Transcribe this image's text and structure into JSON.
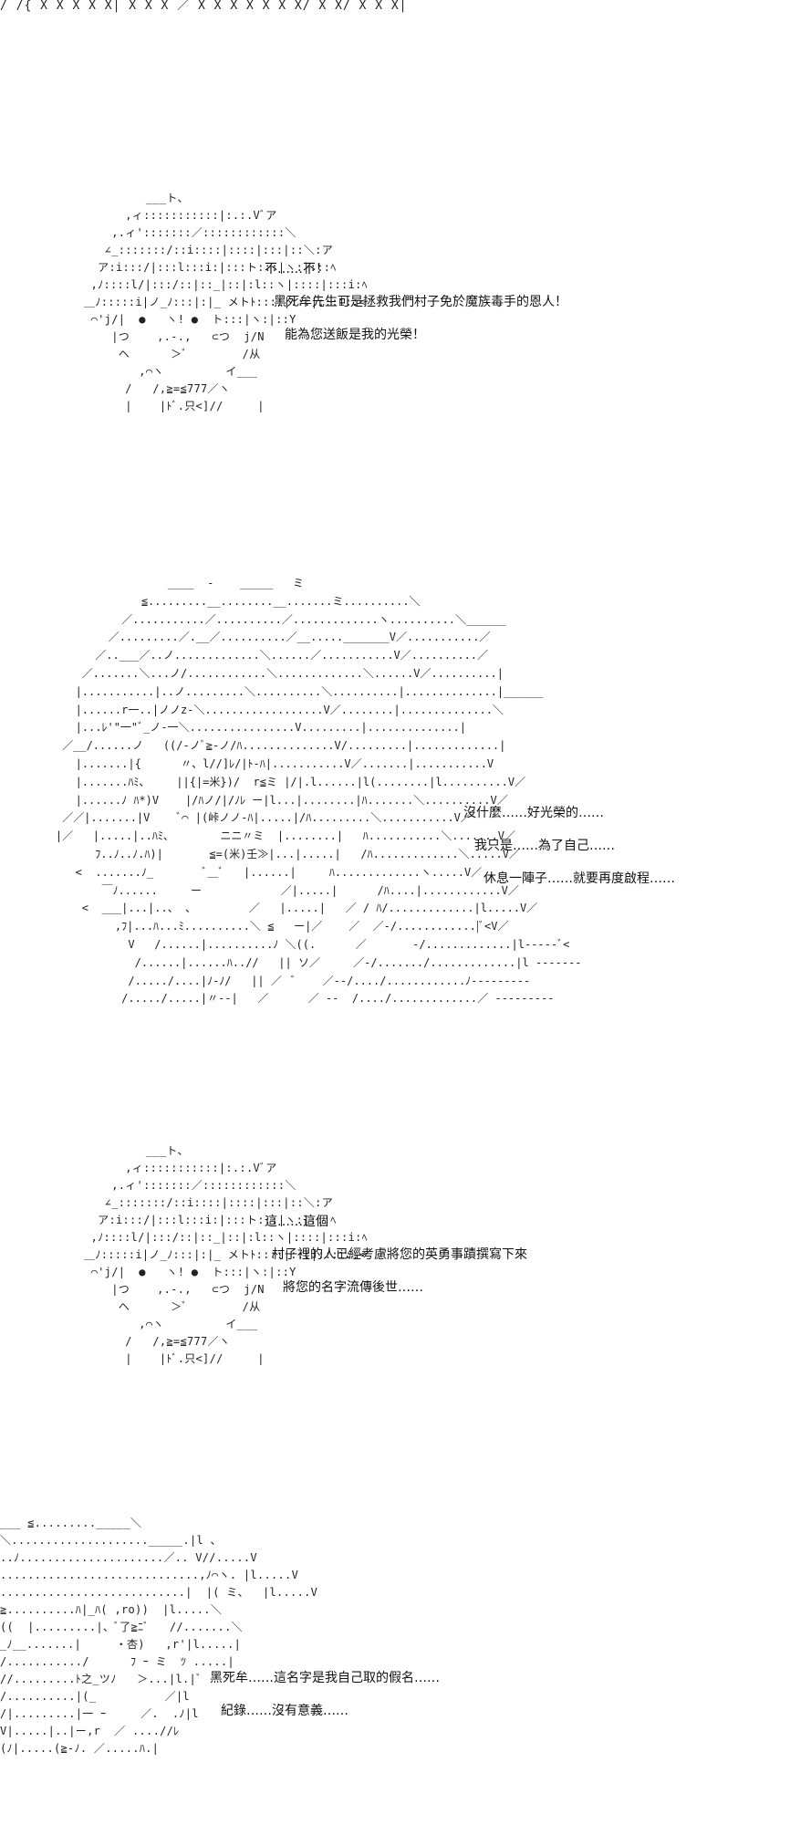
{
  "header_text": "/ /{ X X X X X| X X X ／ X X X X X X X/ X X/ X X X|",
  "panels": [
    {
      "lines": [
        "不……不！",
        "黑死牟先生可是拯救我們村子免於魔族毒手的恩人！",
        "能為您送飯是我的光榮！"
      ]
    },
    {
      "lines": [
        "沒什麼……好光榮的……",
        "我只是……為了自己……",
        "休息一陣子……就要再度啟程……"
      ]
    },
    {
      "lines": [
        "這……這個",
        "村子裡的人已經考慮將您的英勇事蹟撰寫下來",
        "將您的名字流傳後世……"
      ]
    },
    {
      "lines": [
        "黑死牟……這名字是我自己取的假名……",
        "紀錄……沒有意義……"
      ]
    }
  ]
}
